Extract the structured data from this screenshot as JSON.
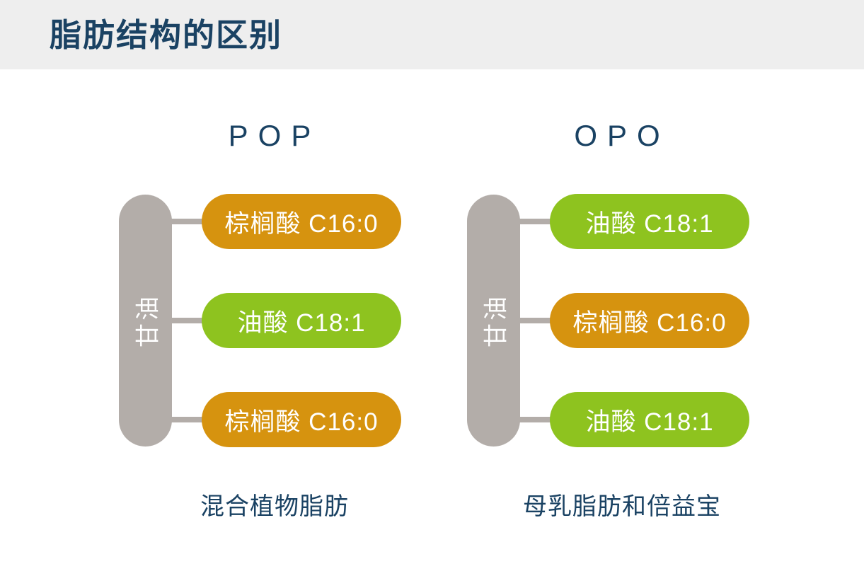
{
  "title": "脂肪结构的区别",
  "colors": {
    "navy": "#1a4263",
    "orange": "#d6930f",
    "green": "#8ec31f",
    "gray_bar": "#b3ada9",
    "header_bg": "#eeeeee",
    "page_bg": "#ffffff",
    "pill_text": "#ffffff"
  },
  "columns": [
    {
      "heading": "POP",
      "backbone_label": "甘油",
      "chains": [
        {
          "label": "棕榈酸 C16:0",
          "type": "orange"
        },
        {
          "label": "油酸 C18:1",
          "type": "green"
        },
        {
          "label": "棕榈酸 C16:0",
          "type": "orange"
        }
      ],
      "caption": "混合植物脂肪"
    },
    {
      "heading": "OPO",
      "backbone_label": "甘油",
      "chains": [
        {
          "label": "油酸 C18:1",
          "type": "green"
        },
        {
          "label": "棕榈酸 C16:0",
          "type": "orange"
        },
        {
          "label": "油酸 C18:1",
          "type": "green"
        }
      ],
      "caption": "母乳脂肪和倍益宝"
    }
  ]
}
